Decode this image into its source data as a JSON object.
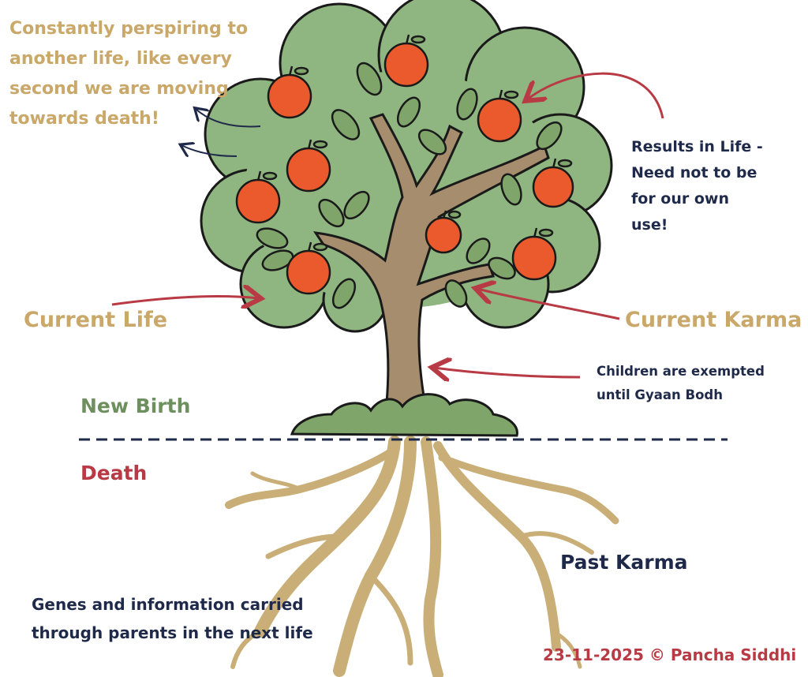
{
  "labels": {
    "perspiring": "Constantly perspiring to\nanother life, like every\nsecond we are moving\ntowards death!",
    "results": "Results in Life -\nNeed not to be\nfor our own\nuse!",
    "current_life": "Current Life",
    "current_karma": "Current Karma",
    "children": "Children are exempted\nuntil Gyaan Bodh",
    "new_birth": "New Birth",
    "death": "Death",
    "past_karma": "Past Karma",
    "genes": "Genes and information carried\nthrough parents in the next life",
    "credit": "23-11-2025 © Pancha Siddhi"
  },
  "colors": {
    "gold_text": "#c9a86a",
    "navy_text": "#1f2a4a",
    "red_text": "#b83a44",
    "green_text": "#6e8f5e",
    "canopy": "#8fb580",
    "trunk": "#a58d6d",
    "roots": "#c9af77",
    "apple": "#ea5a2c"
  }
}
